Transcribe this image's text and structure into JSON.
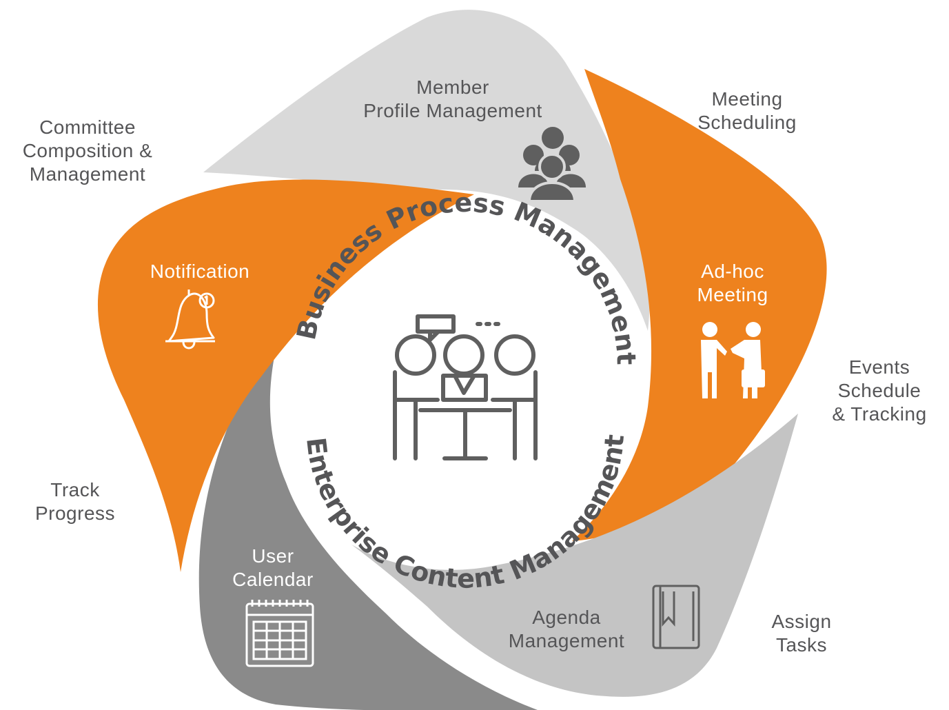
{
  "colors": {
    "orange": "#ee821e",
    "light_gray": "#d9d9d9",
    "silver": "#c4c4c4",
    "dark_gray": "#8a8a8a",
    "text": "#555557",
    "icon": "#5f5f5f"
  },
  "center": {
    "top_arc": "Business Process Management",
    "bottom_arc": "Enterprise Content Management",
    "icon": "team-meeting-icon"
  },
  "segments": [
    {
      "title": [
        "Member",
        "Profile Management"
      ],
      "icon": "group-users-icon"
    },
    {
      "title": [
        "Ad-hoc",
        "Meeting"
      ],
      "icon": "handshake-icon"
    },
    {
      "title": [
        "Agenda",
        "Management"
      ],
      "icon": "agenda-book-icon"
    },
    {
      "title": [
        "User",
        "Calendar"
      ],
      "icon": "calendar-icon"
    },
    {
      "title": [
        "Notification"
      ],
      "icon": "bell-icon"
    }
  ],
  "outer_labels": [
    [
      "Meeting",
      "Scheduling"
    ],
    [
      "Events",
      "Schedule",
      "& Tracking"
    ],
    [
      "Assign",
      "Tasks"
    ],
    [
      "Track",
      "Progress"
    ],
    [
      "Committee",
      "Composition &",
      "Management"
    ]
  ]
}
